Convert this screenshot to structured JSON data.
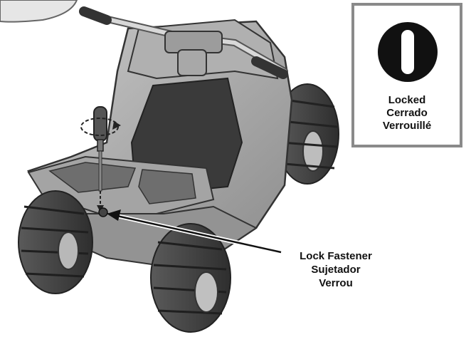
{
  "lock_panel": {
    "icon": "locked-slot-icon",
    "labels": [
      "Locked",
      "Cerrado",
      "Verrouillé"
    ]
  },
  "callout": {
    "lines": [
      "Lock Fastener",
      "Sujetador",
      "Verrou"
    ]
  },
  "colors": {
    "body_gray": "#9a9a9a",
    "seat_dark": "#3a3a3a",
    "tire_dark": "#4a4a4a",
    "panel_border": "#8a8a8a",
    "icon_black": "#111111"
  }
}
